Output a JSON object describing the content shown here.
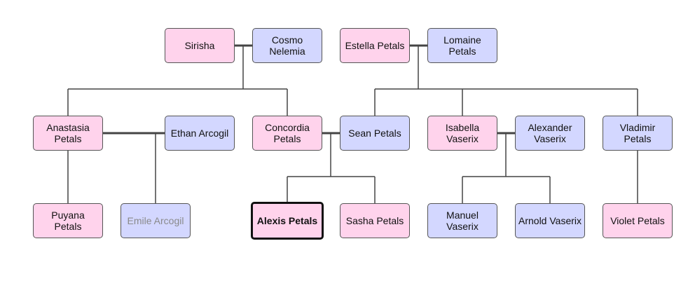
{
  "tree": {
    "colors": {
      "female": "#ffd3ec",
      "male": "#d3d7ff",
      "line": "#444444"
    },
    "people": {
      "sirisha": {
        "name": "Sirisha",
        "gender": "female"
      },
      "cosmo": {
        "name": "Cosmo Nelemia",
        "gender": "male"
      },
      "estella": {
        "name": "Estella Petals",
        "gender": "female"
      },
      "lomaine": {
        "name": "Lomaine Petals",
        "gender": "male"
      },
      "anastasia": {
        "name": "Anastasia Petals",
        "gender": "female"
      },
      "ethan": {
        "name": "Ethan Arcogil",
        "gender": "male"
      },
      "concordia": {
        "name": "Concordia Petals",
        "gender": "female"
      },
      "sean": {
        "name": "Sean Petals",
        "gender": "male"
      },
      "isabella": {
        "name": "Isabella Vaserix",
        "gender": "female"
      },
      "alexander": {
        "name": "Alexander Vaserix",
        "gender": "male"
      },
      "vladimir": {
        "name": "Vladimir Petals",
        "gender": "male"
      },
      "puyana": {
        "name": "Puyana Petals",
        "gender": "female"
      },
      "emile": {
        "name": "Emile Arcogil",
        "gender": "male",
        "muted": true
      },
      "alexis": {
        "name": "Alexis Petals",
        "gender": "female",
        "selected": true
      },
      "sasha": {
        "name": "Sasha Petals",
        "gender": "female"
      },
      "manuel": {
        "name": "Manuel Vaserix",
        "gender": "male"
      },
      "arnold": {
        "name": "Arnold Vaserix",
        "gender": "male"
      },
      "violet": {
        "name": "Violet Petals",
        "gender": "female"
      }
    }
  }
}
